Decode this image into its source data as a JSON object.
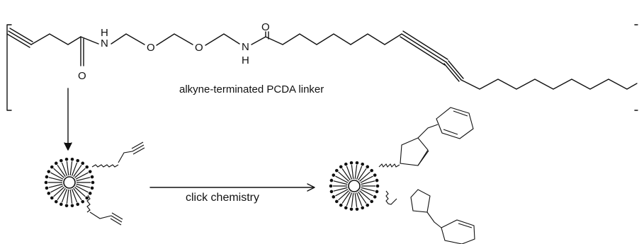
{
  "linker_label": "alkyne-terminated PCDA linker",
  "reaction_label": "click chemistry",
  "atoms": {
    "n1": "N",
    "h1": "H",
    "o_carbonyl1": "O",
    "o_ether1": "O",
    "o_ether2": "O",
    "n2": "N",
    "h2": "H",
    "o_carbonyl2": "O"
  },
  "colors": {
    "ink": "#111111",
    "background": "#ffffff"
  }
}
